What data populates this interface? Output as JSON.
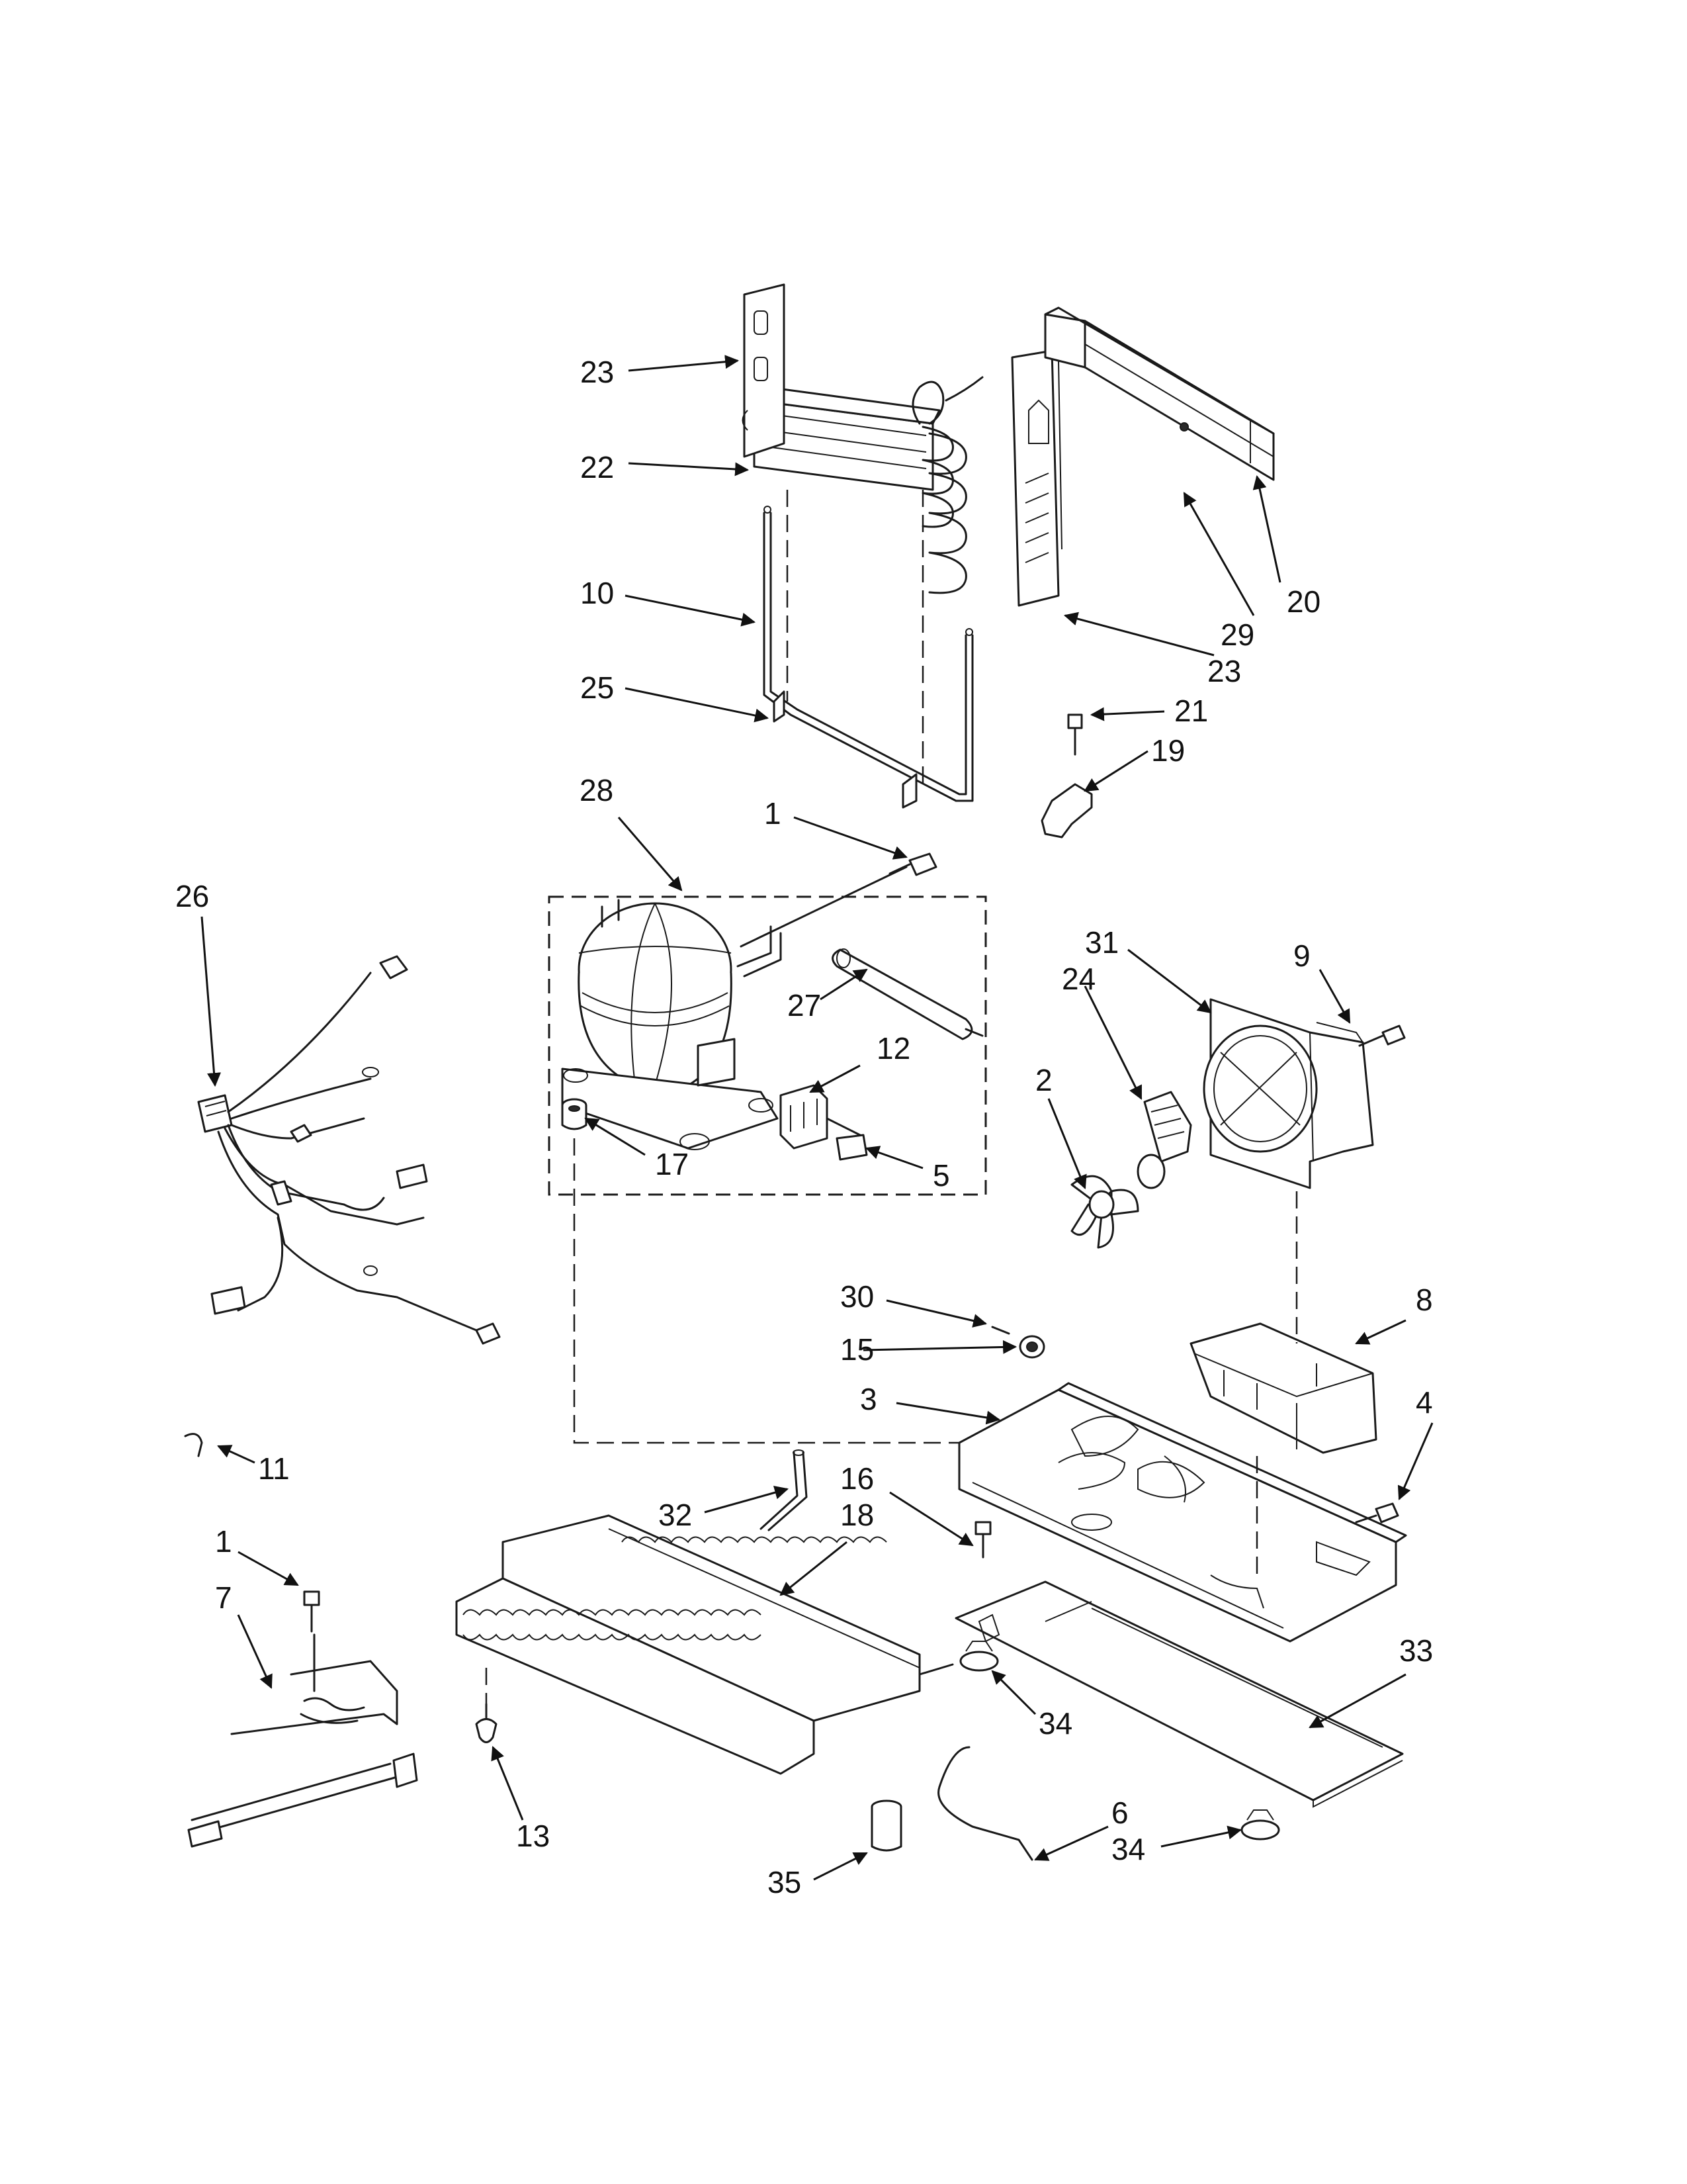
{
  "callouts": [
    {
      "id": "c23a",
      "text": "23"
    },
    {
      "id": "c22",
      "text": "22"
    },
    {
      "id": "c10",
      "text": "10"
    },
    {
      "id": "c25",
      "text": "25"
    },
    {
      "id": "c20",
      "text": "20"
    },
    {
      "id": "c29",
      "text": "29"
    },
    {
      "id": "c23b",
      "text": "23"
    },
    {
      "id": "c21",
      "text": "21"
    },
    {
      "id": "c19",
      "text": "19"
    },
    {
      "id": "c28",
      "text": "28"
    },
    {
      "id": "c1a",
      "text": "1"
    },
    {
      "id": "c26",
      "text": "26"
    },
    {
      "id": "c27",
      "text": "27"
    },
    {
      "id": "c12",
      "text": "12"
    },
    {
      "id": "c17",
      "text": "17"
    },
    {
      "id": "c5",
      "text": "5"
    },
    {
      "id": "c31",
      "text": "31"
    },
    {
      "id": "c9",
      "text": "9"
    },
    {
      "id": "c24",
      "text": "24"
    },
    {
      "id": "c2",
      "text": "2"
    },
    {
      "id": "c30",
      "text": "30"
    },
    {
      "id": "c15",
      "text": "15"
    },
    {
      "id": "c8",
      "text": "8"
    },
    {
      "id": "c3",
      "text": "3"
    },
    {
      "id": "c4",
      "text": "4"
    },
    {
      "id": "c11",
      "text": "11"
    },
    {
      "id": "c16",
      "text": "16"
    },
    {
      "id": "c32",
      "text": "32"
    },
    {
      "id": "c18",
      "text": "18"
    },
    {
      "id": "c1b",
      "text": "1"
    },
    {
      "id": "c7",
      "text": "7"
    },
    {
      "id": "c33",
      "text": "33"
    },
    {
      "id": "c34a",
      "text": "34"
    },
    {
      "id": "c13",
      "text": "13"
    },
    {
      "id": "c6",
      "text": "6"
    },
    {
      "id": "c34b",
      "text": "34"
    },
    {
      "id": "c35",
      "text": "35"
    }
  ]
}
